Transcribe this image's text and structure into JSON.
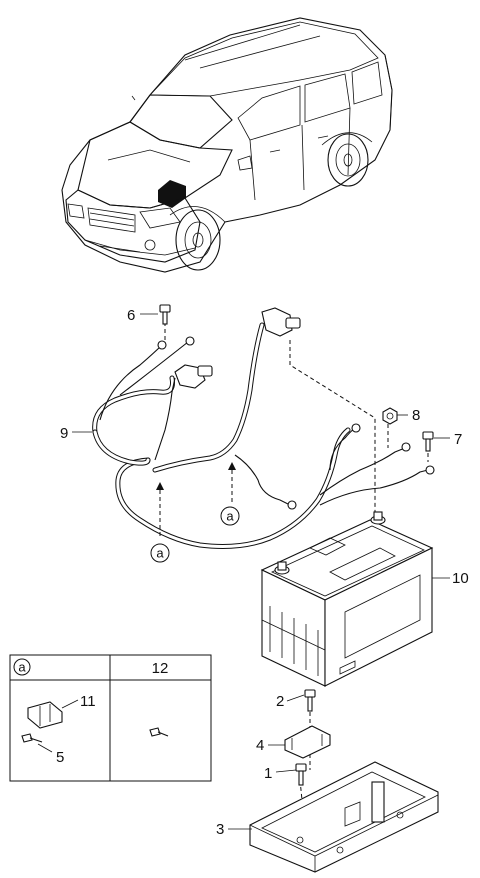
{
  "callouts": {
    "c1": "1",
    "c2": "2",
    "c3": "3",
    "c4": "4",
    "c5": "5",
    "c6": "6",
    "c7": "7",
    "c8": "8",
    "c9": "9",
    "c10": "10",
    "c11": "11",
    "c12": "12"
  },
  "ref_marker": "a",
  "legend_table": {
    "header_left": "a",
    "header_right": "12",
    "left_items": [
      "11",
      "5"
    ]
  }
}
